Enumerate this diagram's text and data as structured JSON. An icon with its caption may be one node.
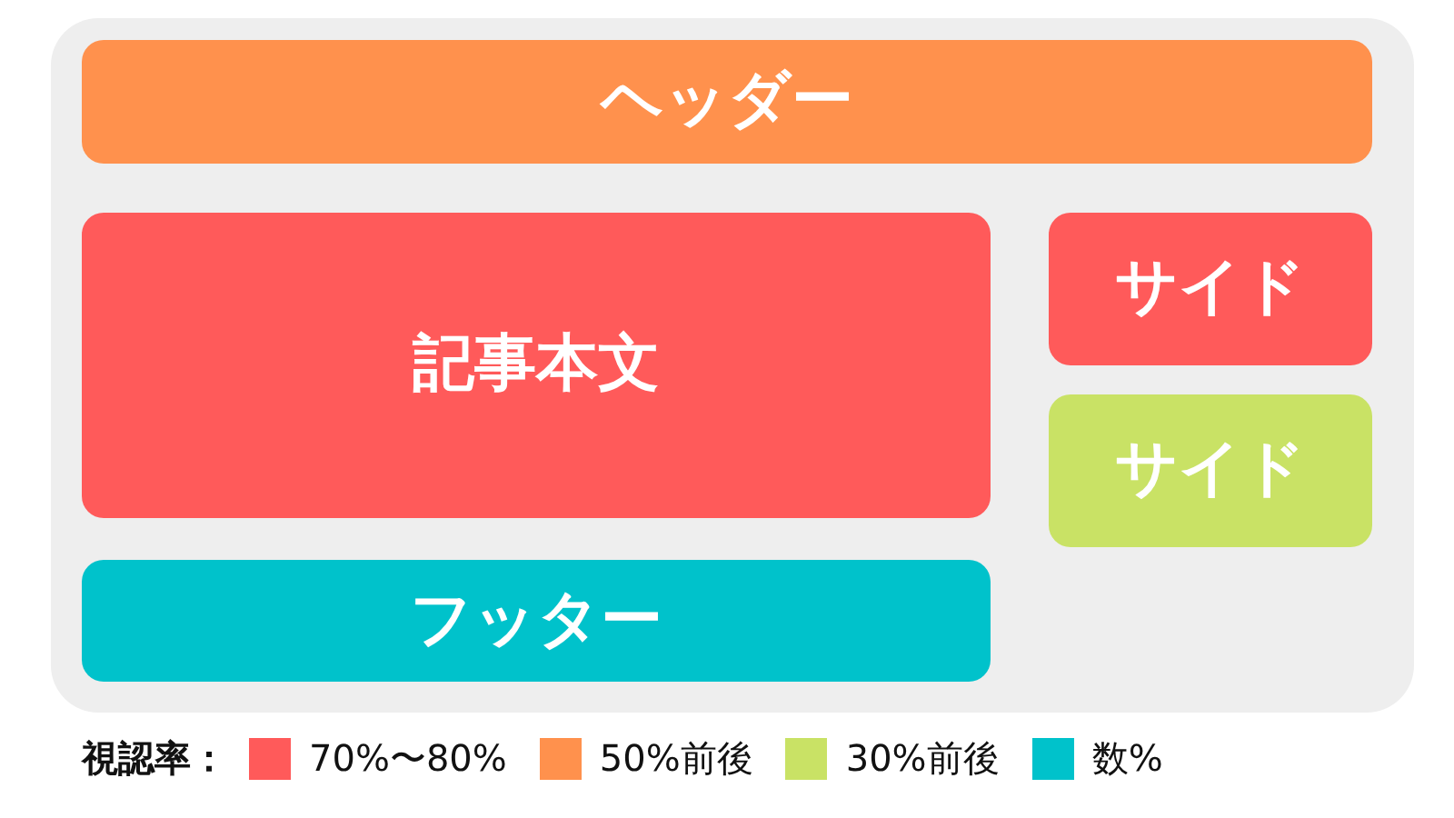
{
  "diagram": {
    "nodes": [
      {
        "text": [],
        "shape": "box"
      },
      {
        "text": [
          "ヘッダー"
        ],
        "in": 0
      },
      {
        "text": [
          "記事本文"
        ],
        "in": 0
      },
      {
        "text": [
          "サイド"
        ],
        "in": 0
      },
      {
        "text": [
          "サイド"
        ],
        "in": 0
      },
      {
        "text": [
          "フッター"
        ],
        "in": 0
      }
    ],
    "labels": [
      "視認率："
    ],
    "legend": [
      {
        "text": "70%〜80%",
        "color": "#ff5a5a"
      },
      {
        "text": "50%前後",
        "color": "#ff914d"
      },
      {
        "text": "30%前後",
        "color": "#c9e265"
      },
      {
        "text": "数%",
        "color": "#00c2cb"
      }
    ]
  }
}
